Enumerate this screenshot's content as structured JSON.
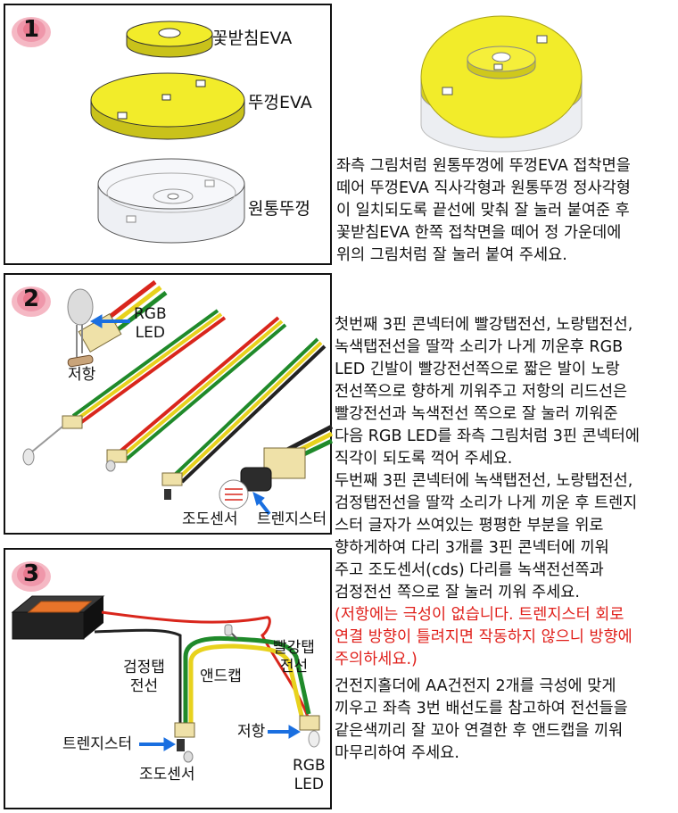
{
  "step1": {
    "number": "1",
    "labels": {
      "flower_eva": "꽃받침EVA",
      "lid_eva": "뚜껑EVA",
      "round_lid": "원통뚜껑"
    },
    "text": [
      "좌측 그림처럼 원통뚜껑에 뚜껑EVA 접착면을",
      "떼어 뚜껑EVA 직사각형과 원통뚜껑 정사각형",
      "이 일치되도록 끝선에 맞춰 잘 눌러 붙여준 후",
      "꽃받침EVA 한쪽 접착면을 떼어 정 가운데에",
      "위의 그림처럼 잘 눌러 붙여 주세요."
    ]
  },
  "step2": {
    "number": "2",
    "labels": {
      "rgb_led": "RGB\nLED",
      "resistor": "저항",
      "light_sensor": "조도센서",
      "transistor": "트렌지스터"
    },
    "text": [
      "첫번째 3핀 콘넥터에 빨강탭전선, 노랑탭전선,",
      "녹색탭전선을 딸깍 소리가 나게 끼운후 RGB",
      "LED 긴발이 빨강전선쪽으로 짧은 발이 노랑",
      "전선쪽으로 향하게 끼워주고 저항의 리드선은",
      "빨강전선과 녹색전선 쪽으로 잘 눌러 끼워준",
      "다음 RGB LED를 좌측 그림처럼 3핀 콘넥터에",
      "직각이 되도록 꺽어 주세요.",
      "두번째 3핀 콘넥터에 녹색탭전선, 노랑탭전선,",
      "검정탭전선을 딸깍 소리가 나게 끼운 후 트렌지",
      "스터 글자가 쓰여있는 평평한 부분을 위로",
      "향하게하여  다리 3개를 3핀 콘넥터에 끼워",
      "주고 조도센서(cds) 다리를 녹색전선쪽과",
      "검정전선 쪽으로 잘 눌러 끼워 주세요."
    ],
    "warning": [
      "(저항에는 극성이 없습니다. 트렌지스터 회로",
      "연결 방향이 틀려지면 작동하지 않으니 방향에",
      "주의하세요.)"
    ]
  },
  "step3": {
    "number": "3",
    "labels": {
      "black_wire": "검정탭\n전선",
      "end_cap": "앤드캡",
      "red_wire": "빨강탭\n전선",
      "transistor": "트렌지스터",
      "light_sensor": "조도센서",
      "resistor": "저항",
      "rgb_led": "RGB\nLED"
    },
    "text": [
      "건전지홀더에 AA건전지 2개를 극성에 맞게",
      "끼우고 좌측 3번 배선도를 참고하여 전선들을",
      "같은색끼리 잘 꼬아 연결한 후 앤드캡을 끼워",
      "마무리하여 주세요."
    ]
  },
  "colors": {
    "eva_yellow": "#f2ec2a",
    "wire_red": "#d9261c",
    "wire_green": "#1f8a2a",
    "wire_yellow": "#e8d21d",
    "arrow_blue": "#1a6fe0",
    "warning_red": "#e0201b"
  }
}
